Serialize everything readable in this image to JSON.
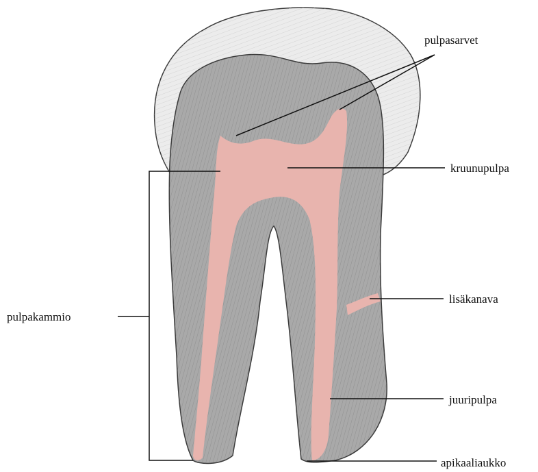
{
  "labels": {
    "pulpasarvet": "pulpasarvet",
    "kruunupulpa": "kruunupulpa",
    "lisakanava": "lisäkanava",
    "pulpakammio": "pulpakammio",
    "juuripulpa": "juuripulpa",
    "apikaaliaukko": "apikaaliaukko"
  },
  "colors": {
    "enamel": "#ececec",
    "dentin": "#a9a9a9",
    "pulp": "#e8b4ae",
    "outline": "#3a3a3a",
    "leader": "#111111"
  }
}
